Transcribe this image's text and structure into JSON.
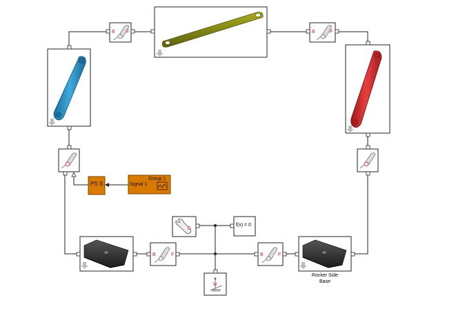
{
  "blocks": {
    "ps_converter": {
      "label": "PS S"
    },
    "signal_builder": {
      "title": "Group 1",
      "signal_name": "Signal 1"
    },
    "solver_config": {
      "label": "f(x) = 0"
    },
    "rocker_side_base": {
      "caption_line1": "Rocker Side",
      "caption_line2": "Base"
    },
    "world_frame": {
      "port_label": "W"
    },
    "joint_port_labels": {
      "base": "B",
      "follower": "F"
    }
  },
  "colors": {
    "link_top": "#7a7d0e",
    "link_left": "#2a8fc1",
    "link_right": "#d23030",
    "base_plate": "#2e2e2e",
    "signal_block": "#d97a00",
    "port_red": "#cc2222",
    "wire": "#222222"
  },
  "icons": [
    "revolute-joint-icon",
    "solver-config-icon",
    "world-frame-icon",
    "arrow-down-icon"
  ]
}
